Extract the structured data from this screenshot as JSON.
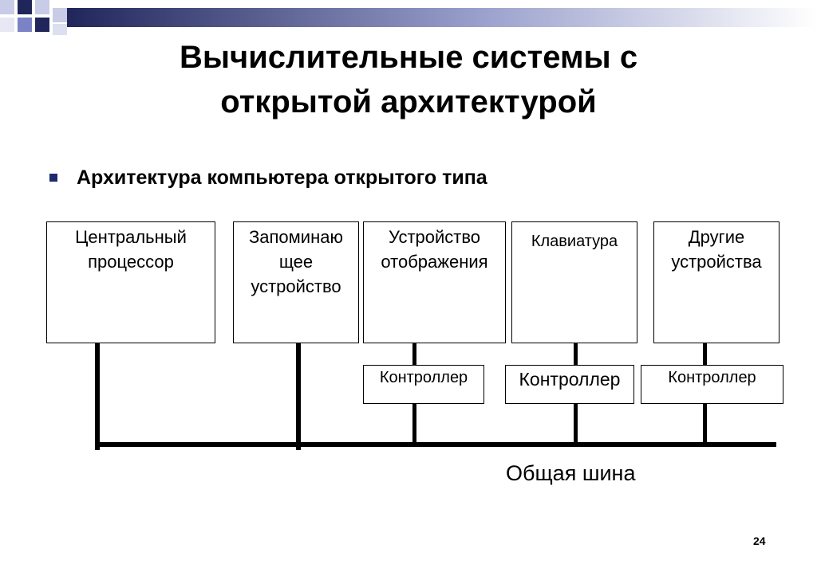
{
  "slide": {
    "title_line1": "Вычислительные системы с",
    "title_line2": "открытой архитектурой",
    "bullet": "Архитектура компьютера открытого типа",
    "page_number": "24",
    "colors": {
      "bullet": "#1f2a6e",
      "header_bar": "#20265a",
      "header_accent": "#7b82c6"
    }
  },
  "diagram": {
    "devices": [
      {
        "lines": [
          "Центральный",
          "процессор"
        ]
      },
      {
        "lines": [
          "Запоминаю",
          "щее",
          "устройство"
        ]
      },
      {
        "lines": [
          "Устройство",
          "отображения"
        ]
      },
      {
        "lines": [
          "Клавиатура"
        ]
      },
      {
        "lines": [
          "Другие",
          "устройства"
        ]
      }
    ],
    "controllers": [
      "Контроллер",
      "Контроллер",
      "Контроллер"
    ],
    "bus_label": "Общая шина"
  }
}
